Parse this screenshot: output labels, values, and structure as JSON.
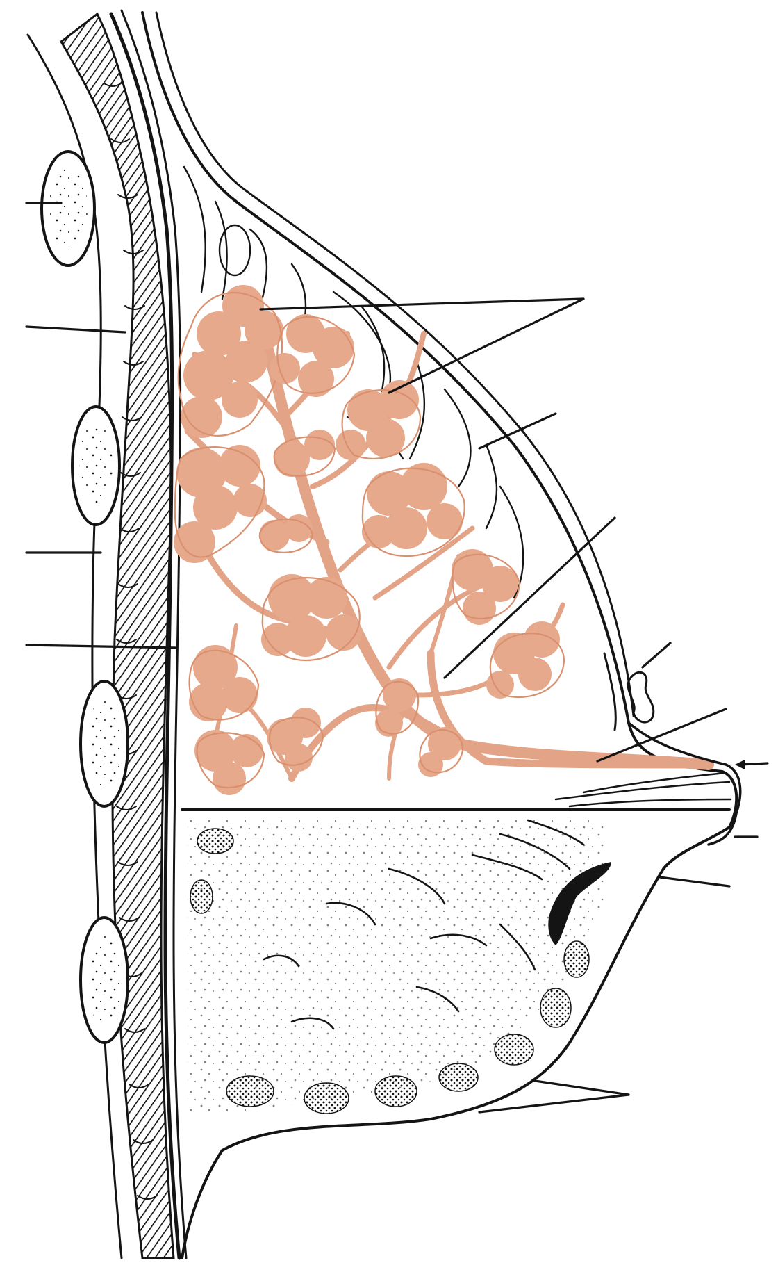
{
  "diagram": {
    "colors": {
      "ink": "#141414",
      "glandular_tissue": "#e7a98c",
      "background": "#ffffff"
    },
    "leader_lines": [
      {
        "id": "rib-upper"
      },
      {
        "id": "pectoral-muscle"
      },
      {
        "id": "intercostal-layer"
      },
      {
        "id": "deep-fascia"
      },
      {
        "id": "lobules"
      },
      {
        "id": "suspensory-ligaments"
      },
      {
        "id": "lactiferous-duct"
      },
      {
        "id": "areolar-gland"
      },
      {
        "id": "lactiferous-sinus"
      },
      {
        "id": "nipple-pore"
      },
      {
        "id": "nipple-base"
      },
      {
        "id": "areola-lower"
      },
      {
        "id": "fat-lobules"
      }
    ]
  }
}
